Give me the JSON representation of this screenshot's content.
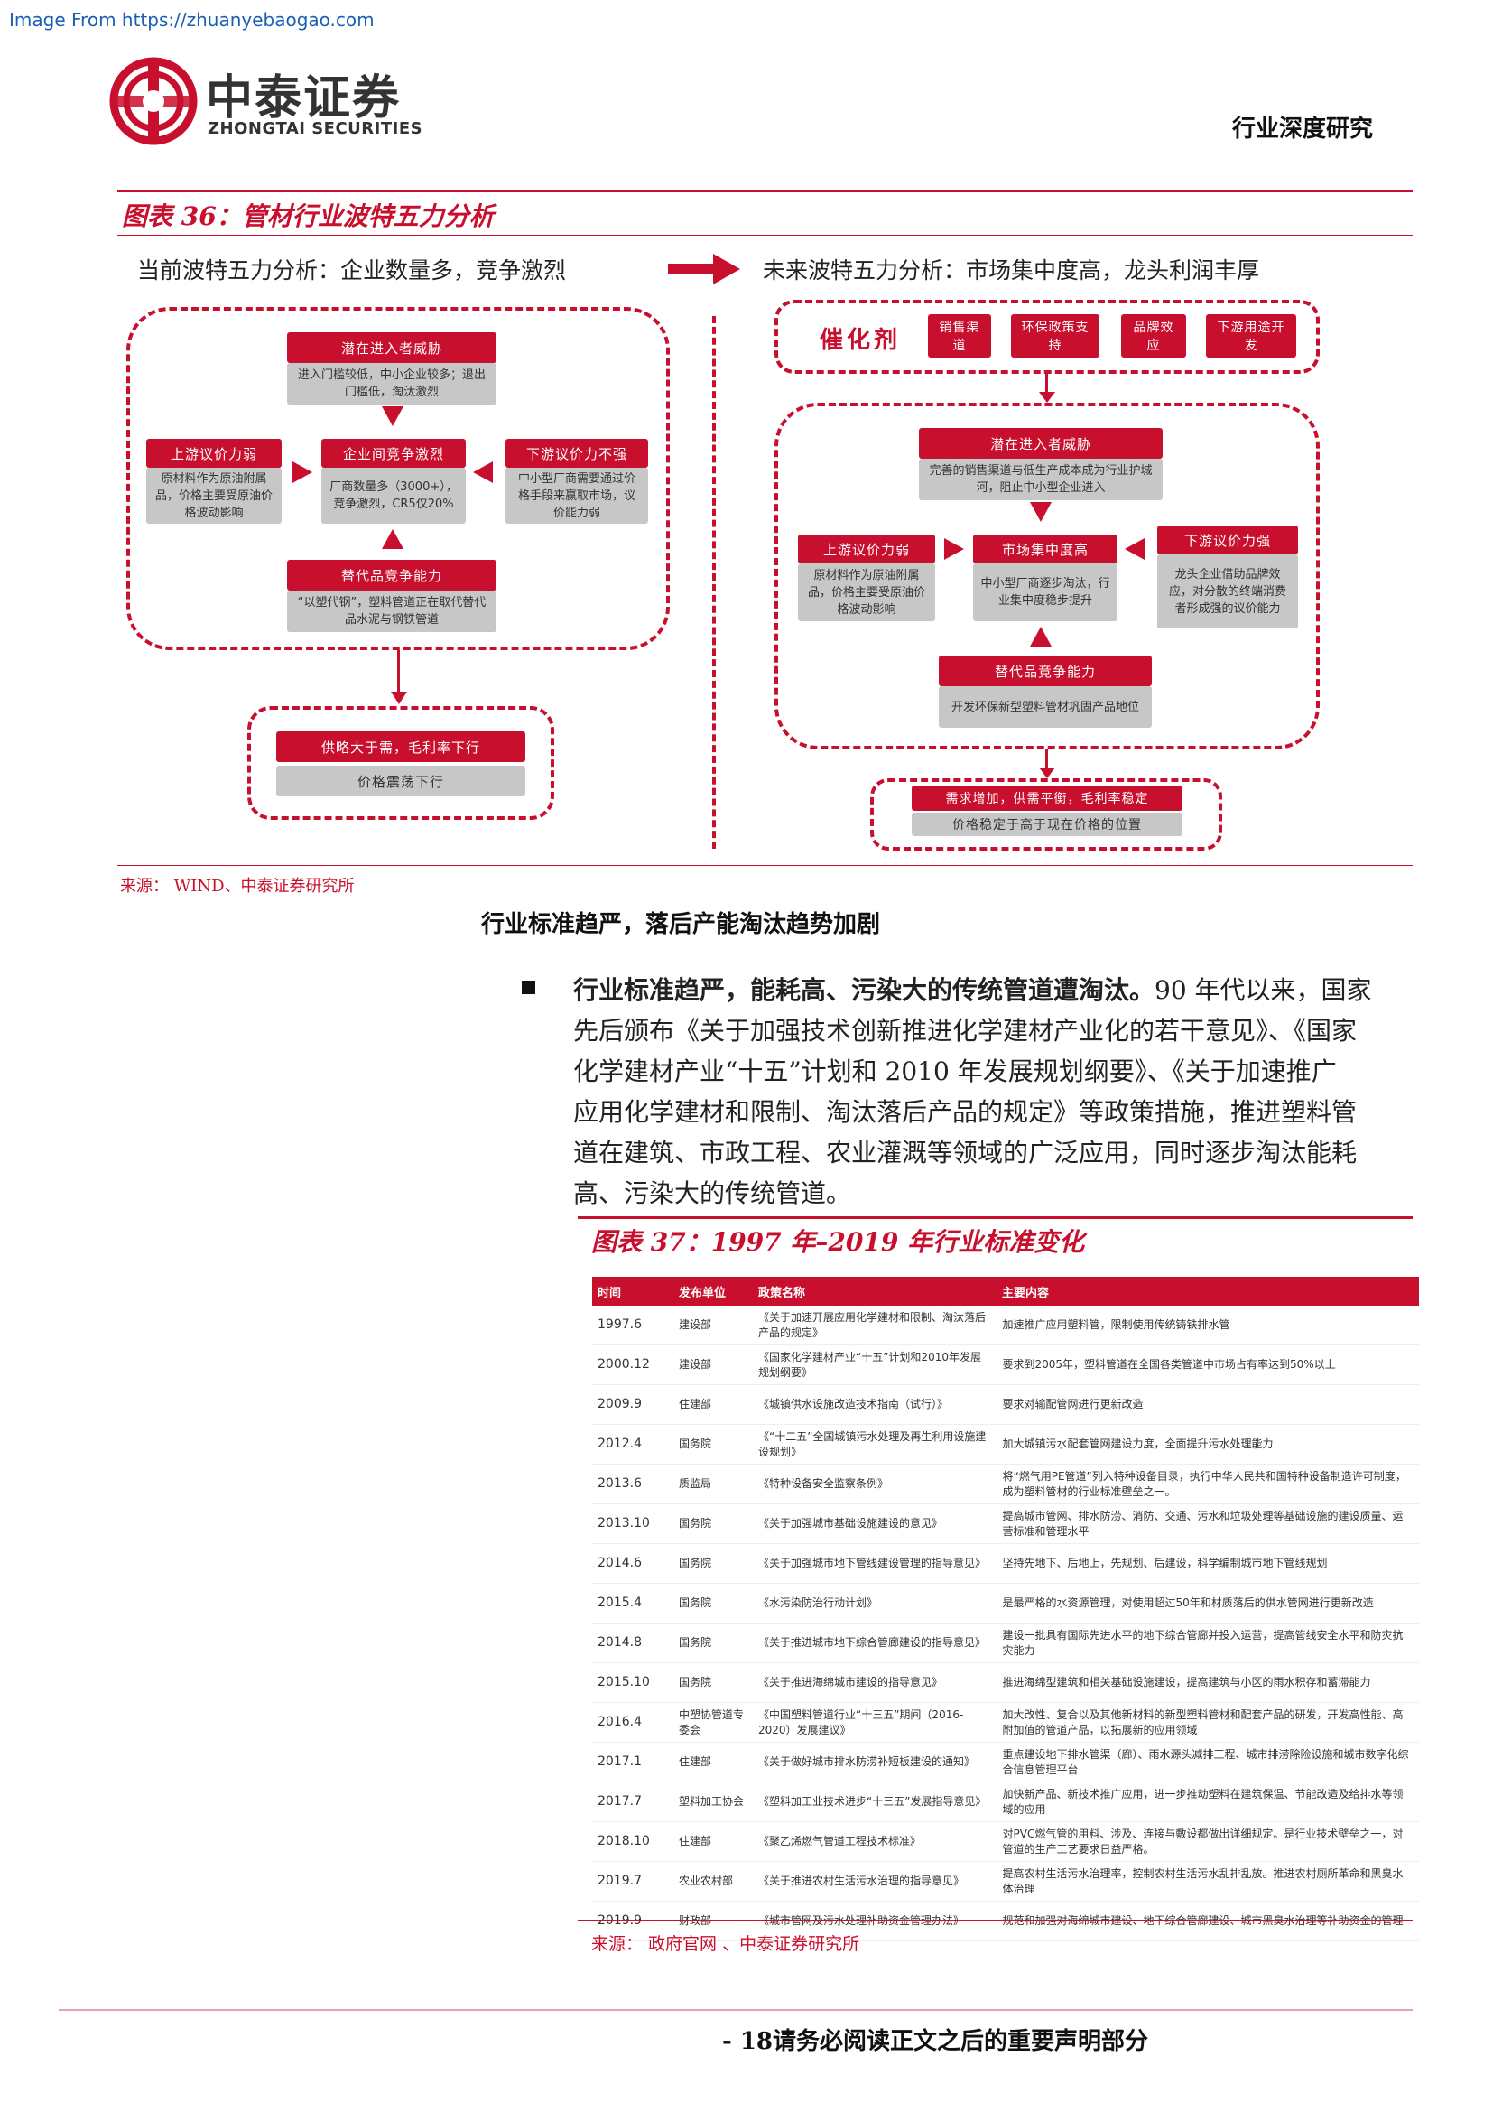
{
  "watermark": "Image From https://zhuanyebaogao.com",
  "header": {
    "logo_cn": "中泰证券",
    "logo_en": "ZHONGTAI SECURITIES",
    "report_type": "行业深度研究"
  },
  "figure36": {
    "title": "图表 36：管材行业波特五力分析",
    "current_heading": "当前波特五力分析：企业数量多，竞争激烈",
    "future_heading": "未来波特五力分析：市场集中度高，龙头利润丰厚",
    "current": {
      "threat_title": "潜在进入者威胁",
      "threat_desc": "进入门槛较低，中小企业较多；退出门槛低，淘汰激烈",
      "upstream_title": "上游议价力弱",
      "upstream_desc": "原材料作为原油附属品，价格主要受原油价格波动影响",
      "center_title": "企业间竞争激烈",
      "center_desc": "厂商数量多（3000+），竞争激烈，CR5仅20%",
      "downstream_title": "下游议价力不强",
      "downstream_desc": "中小型厂商需要通过价格手段来赢取市场，议价能力弱",
      "substitute_title": "替代品竞争能力",
      "substitute_desc": "“以塑代钢”，塑料管道正在取代替代品水泥与钢铁管道",
      "result_title": "供略大于需，毛利率下行",
      "result_desc": "价格震荡下行"
    },
    "future": {
      "catalyst_label": "催化剂",
      "catalysts": [
        "销售渠道",
        "环保政策支持",
        "品牌效应",
        "下游用途开发"
      ],
      "threat_title": "潜在进入者威胁",
      "threat_desc": "完善的销售渠道与低生产成本成为行业护城河，阻止中小型企业进入",
      "upstream_title": "上游议价力弱",
      "upstream_desc": "原材料作为原油附属品，价格主要受原油价格波动影响",
      "center_title": "市场集中度高",
      "center_desc": "中小型厂商逐步淘汰，行业集中度稳步提升",
      "downstream_title": "下游议价力强",
      "downstream_desc": "龙头企业借助品牌效应，对分散的终端消费者形成强的议价能力",
      "substitute_title": "替代品竞争能力",
      "substitute_desc": "开发环保新型塑料管材巩固产品地位",
      "result_title": "需求增加，供需平衡，毛利率稳定",
      "result_desc": "价格稳定于高于现在价格的位置"
    },
    "source": "来源：  WIND、中泰证券研究所"
  },
  "section_title": "行业标准趋严，落后产能淘汰趋势加剧",
  "paragraph": {
    "bold": "行业标准趋严，能耗高、污染大的传统管道遭淘汰。",
    "lines": [
      "90 年代以来，国家",
      "先后颁布《关于加强技术创新推进化学建材产业化的若干意见》、《国家",
      "化学建材产业“十五”计划和 2010 年发展规划纲要》、《关于加速推广",
      "应用化学建材和限制、淘汰落后产品的规定》等政策措施，推进塑料管",
      "道在建筑、市政工程、农业灌溉等领域的广泛应用，同时逐步淘汰能耗",
      "高、污染大的传统管道。"
    ]
  },
  "figure37": {
    "title": "图表 37：1997 年–2019 年行业标准变化",
    "columns": [
      "时间",
      "发布单位",
      "政策名称",
      "主要内容"
    ],
    "rows": [
      [
        "1997.6",
        "建设部",
        "《关于加速开展应用化学建材和限制、淘汰落后产品的规定》",
        "加速推广应用塑料管，限制使用传统铸铁排水管"
      ],
      [
        "2000.12",
        "建设部",
        "《国家化学建材产业“十五”计划和2010年发展规划纲要》",
        "要求到2005年，塑料管道在全国各类管道中市场占有率达到50%以上"
      ],
      [
        "2009.9",
        "住建部",
        "《城镇供水设施改造技术指南（试行）》",
        "要求对输配管网进行更新改造"
      ],
      [
        "2012.4",
        "国务院",
        "《“十二五”全国城镇污水处理及再生利用设施建设规划》",
        "加大城镇污水配套管网建设力度，全面提升污水处理能力"
      ],
      [
        "2013.6",
        "质监局",
        "《特种设备安全监察条例》",
        "将“燃气用PE管道”列入特种设备目录，执行中华人民共和国特种设备制造许可制度，成为塑料管材的行业标准壁垒之一。"
      ],
      [
        "2013.10",
        "国务院",
        "《关于加强城市基础设施建设的意见》",
        "提高城市管网、排水防涝、消防、交通、污水和垃圾处理等基础设施的建设质量、运营标准和管理水平"
      ],
      [
        "2014.6",
        "国务院",
        "《关于加强城市地下管线建设管理的指导意见》",
        "坚持先地下、后地上，先规划、后建设，科学编制城市地下管线规划"
      ],
      [
        "2015.4",
        "国务院",
        "《水污染防治行动计划》",
        "是最严格的水资源管理，对使用超过50年和材质落后的供水管网进行更新改造"
      ],
      [
        "2014.8",
        "国务院",
        "《关于推进城市地下综合管廊建设的指导意见》",
        "建设一批具有国际先进水平的地下综合管廊并投入运营，提高管线安全水平和防灾抗灾能力"
      ],
      [
        "2015.10",
        "国务院",
        "《关于推进海绵城市建设的指导意见》",
        "推进海绵型建筑和相关基础设施建设，提高建筑与小区的雨水积存和蓄滞能力"
      ],
      [
        "2016.4",
        "中塑协管道专委会",
        "《中国塑料管道行业“十三五”期间（2016-2020）发展建议》",
        "加大改性、复合以及其他新材料的新型塑料管材和配套产品的研发，开发高性能、高附加值的管道产品，以拓展新的应用领域"
      ],
      [
        "2017.1",
        "住建部",
        "《关于做好城市排水防涝补短板建设的通知》",
        "重点建设地下排水管渠（廊）、雨水源头减排工程、城市排涝除险设施和城市数字化综合信息管理平台"
      ],
      [
        "2017.7",
        "塑料加工协会",
        "《塑料加工业技术进步“十三五”发展指导意见》",
        "加快新产品、新技术推广应用，进一步推动塑料在建筑保温、节能改造及给排水等领域的应用"
      ],
      [
        "2018.10",
        "住建部",
        "《聚乙烯燃气管道工程技术标准》",
        "对PVC燃气管的用料、涉及、连接与敷设都做出详细规定。是行业技术壁垒之一，对管道的生产工艺要求日益严格。"
      ],
      [
        "2019.7",
        "农业农村部",
        "《关于推进农村生活污水治理的指导意见》",
        "提高农村生活污水治理率，控制农村生活污水乱排乱放。推进农村厕所革命和黑臭水体治理"
      ],
      [
        "2019.9",
        "财政部",
        "《城市管网及污水处理补助资金管理办法》",
        "规范和加强对海绵城市建设、地下综合管廊建设、城市黑臭水治理等补助资金的管理"
      ]
    ],
    "source": "来源：  政府官网 、中泰证券研究所"
  },
  "footer": {
    "text": "- 18请务必阅读正文之后的重要声明部分"
  }
}
